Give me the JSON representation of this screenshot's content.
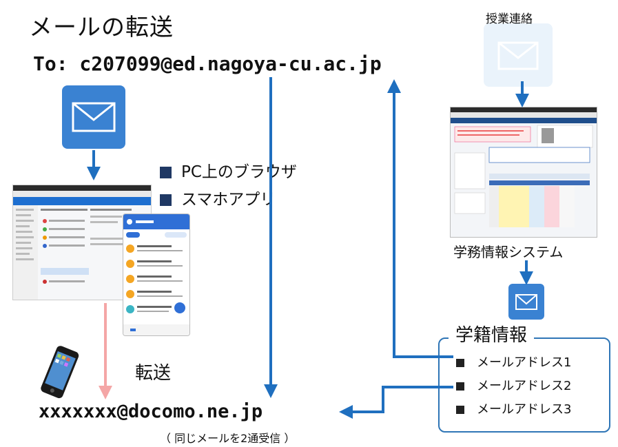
{
  "title": "メールの転送",
  "to_address": "To: c207099@ed.nagoya-cu.ac.jp",
  "bullets": [
    "PC上のブラウザ",
    "スマホアプリ"
  ],
  "class_notice_label": "授業連絡",
  "system_label": "学務情報システム",
  "student_info": {
    "title": "学籍情報",
    "addresses": [
      "メールアドレス1",
      "メールアドレス2",
      "メールアドレス3"
    ]
  },
  "forward_label": "転送",
  "from_address": "xxxxxxx@docomo.ne.jp",
  "receive_note": "（ 同じメールを2通受信 ）",
  "colors": {
    "arrow_blue": "#1f6fbf",
    "forward_arrow": "#f4a6a6",
    "mail_icon_blue": "#3a82d2",
    "box_border": "#2e75b6"
  },
  "icons": [
    "mail-icon",
    "smartphone-icon"
  ]
}
